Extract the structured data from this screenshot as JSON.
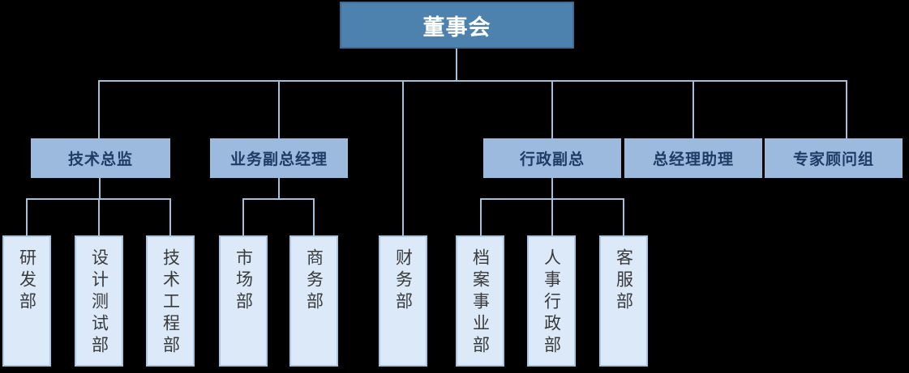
{
  "diagram": {
    "type": "org-chart",
    "root": {
      "label": "董事会"
    },
    "level2": [
      {
        "id": "tech-director",
        "label": "技术总监",
        "parent": "root"
      },
      {
        "id": "business-deputy-gm",
        "label": "业务副总经理",
        "parent": "root"
      },
      {
        "id": "admin-deputy",
        "label": "行政副总",
        "parent": "root"
      },
      {
        "id": "gm-assistant",
        "label": "总经理助理",
        "parent": "root"
      },
      {
        "id": "expert-advisors",
        "label": "专家顾问组",
        "parent": "root"
      }
    ],
    "departments": [
      {
        "id": "rnd",
        "label": "研发部",
        "parent": "tech-director"
      },
      {
        "id": "design-testing",
        "label": "设计测试部",
        "parent": "tech-director"
      },
      {
        "id": "tech-engineering",
        "label": "技术工程部",
        "parent": "tech-director"
      },
      {
        "id": "marketing",
        "label": "市场部",
        "parent": "business-deputy-gm"
      },
      {
        "id": "commerce",
        "label": "商务部",
        "parent": "business-deputy-gm"
      },
      {
        "id": "finance",
        "label": "财务部",
        "parent": "root"
      },
      {
        "id": "archives",
        "label": "档案事业部",
        "parent": "admin-deputy"
      },
      {
        "id": "hr-admin",
        "label": "人事行政部",
        "parent": "admin-deputy"
      },
      {
        "id": "customer-service",
        "label": "客服部",
        "parent": "admin-deputy"
      }
    ],
    "colors": {
      "root_fill": "#4d81ae",
      "root_border": "#3e6d9a",
      "root_text": "#ffffff",
      "level2_fill": "#9bbade",
      "level2_text": "#1d3c66",
      "level3_fill": "#dbe9f9",
      "level3_border": "#a9c6e5",
      "level3_text": "#3a3a3a",
      "connector": "#a2bfdc",
      "background": "#000000"
    }
  }
}
